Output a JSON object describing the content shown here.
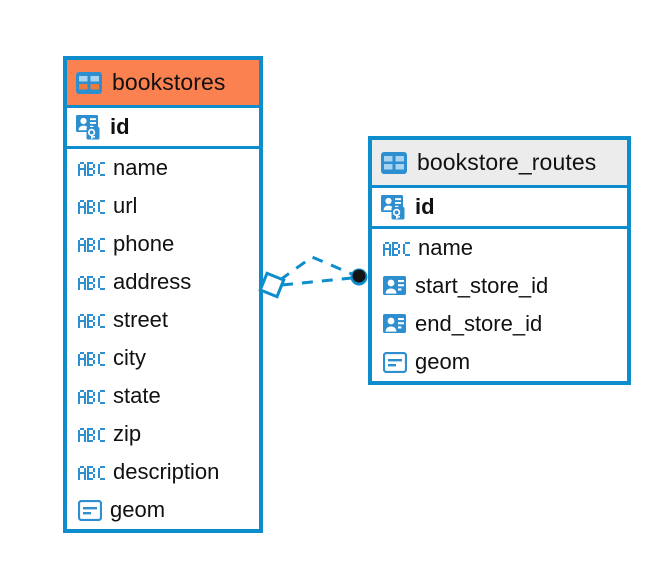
{
  "diagram": {
    "type": "entity-relationship-diagram",
    "colors": {
      "border": "#0e8dcc",
      "accent_header": "#fb8150",
      "neutral_header": "#ececec",
      "icon_blue": "#2e8fd0",
      "text": "#111111",
      "background": "#ffffff"
    },
    "tables": [
      {
        "name": "bookstores",
        "header_style": "accent",
        "primary_key": {
          "label": "id",
          "icon": "primary-key-icon"
        },
        "fields": [
          {
            "label": "name",
            "icon": "abc-text-icon"
          },
          {
            "label": "url",
            "icon": "abc-text-icon"
          },
          {
            "label": "phone",
            "icon": "abc-text-icon"
          },
          {
            "label": "address",
            "icon": "abc-text-icon"
          },
          {
            "label": "street",
            "icon": "abc-text-icon"
          },
          {
            "label": "city",
            "icon": "abc-text-icon"
          },
          {
            "label": "state",
            "icon": "abc-text-icon"
          },
          {
            "label": "zip",
            "icon": "abc-text-icon"
          },
          {
            "label": "description",
            "icon": "abc-text-icon"
          },
          {
            "label": "geom",
            "icon": "geometry-icon"
          }
        ]
      },
      {
        "name": "bookstore_routes",
        "header_style": "neutral",
        "primary_key": {
          "label": "id",
          "icon": "primary-key-icon"
        },
        "fields": [
          {
            "label": "name",
            "icon": "abc-text-icon"
          },
          {
            "label": "start_store_id",
            "icon": "foreign-key-icon"
          },
          {
            "label": "end_store_id",
            "icon": "foreign-key-icon"
          },
          {
            "label": "geom",
            "icon": "geometry-icon"
          }
        ]
      }
    ],
    "relationships": [
      {
        "from_table": "bookstores",
        "to_table": "bookstore_routes",
        "from_marker": "many-diamond",
        "to_marker": "one-filled-circle",
        "line_style": "dashed"
      },
      {
        "from_table": "bookstores",
        "to_table": "bookstore_routes",
        "from_marker": "many-diamond",
        "to_marker": "one-filled-circle",
        "line_style": "dashed"
      }
    ]
  }
}
